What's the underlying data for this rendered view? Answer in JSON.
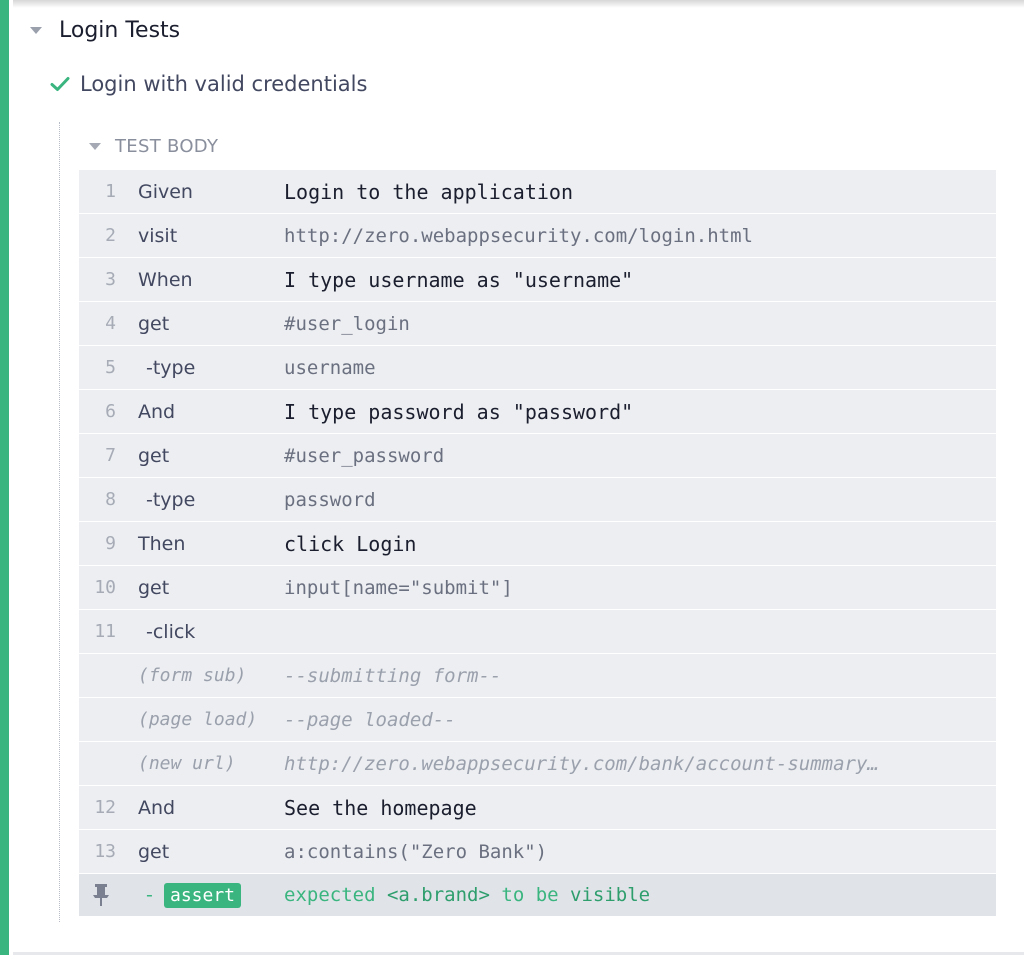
{
  "suite": {
    "title": "Login Tests"
  },
  "test": {
    "title": "Login with valid credentials",
    "status": "passed"
  },
  "body": {
    "title": "TEST BODY"
  },
  "commands": [
    {
      "num": "1",
      "name": "Given",
      "message": "Login to the application",
      "kind": "step"
    },
    {
      "num": "2",
      "name": "visit",
      "message": "http://zero.webappsecurity.com/login.html",
      "kind": "cmd"
    },
    {
      "num": "3",
      "name": "When",
      "message": "I type username as \"username\"",
      "kind": "step"
    },
    {
      "num": "4",
      "name": "get",
      "message": "#user_login",
      "kind": "cmd"
    },
    {
      "num": "5",
      "name": "-type",
      "message": "username",
      "kind": "child"
    },
    {
      "num": "6",
      "name": "And",
      "message": "I type password as \"password\"",
      "kind": "step"
    },
    {
      "num": "7",
      "name": "get",
      "message": "#user_password",
      "kind": "cmd"
    },
    {
      "num": "8",
      "name": "-type",
      "message": "password",
      "kind": "child"
    },
    {
      "num": "9",
      "name": "Then",
      "message": "click Login",
      "kind": "step"
    },
    {
      "num": "10",
      "name": "get",
      "message": "input[name=\"submit\"]",
      "kind": "cmd"
    },
    {
      "num": "11",
      "name": "-click",
      "message": "",
      "kind": "child"
    },
    {
      "num": "",
      "name": "(form sub)",
      "message": "--submitting form--",
      "kind": "event"
    },
    {
      "num": "",
      "name": "(page load)",
      "message": "--page loaded--",
      "kind": "event"
    },
    {
      "num": "",
      "name": "(new url)",
      "message": "http://zero.webappsecurity.com/bank/account-summary…",
      "kind": "event"
    },
    {
      "num": "12",
      "name": "And",
      "message": "See the homepage",
      "kind": "step"
    },
    {
      "num": "13",
      "name": "get",
      "message": "a:contains(\"Zero Bank\")",
      "kind": "cmd"
    }
  ],
  "assertion": {
    "dash": "-",
    "badge": "assert",
    "parts": [
      "expected",
      "<a.brand>",
      "to be",
      "visible"
    ]
  },
  "colors": {
    "passed": "#3ab57f",
    "row_bg": "#eceef1",
    "pinned_bg": "#e0e3e8"
  }
}
